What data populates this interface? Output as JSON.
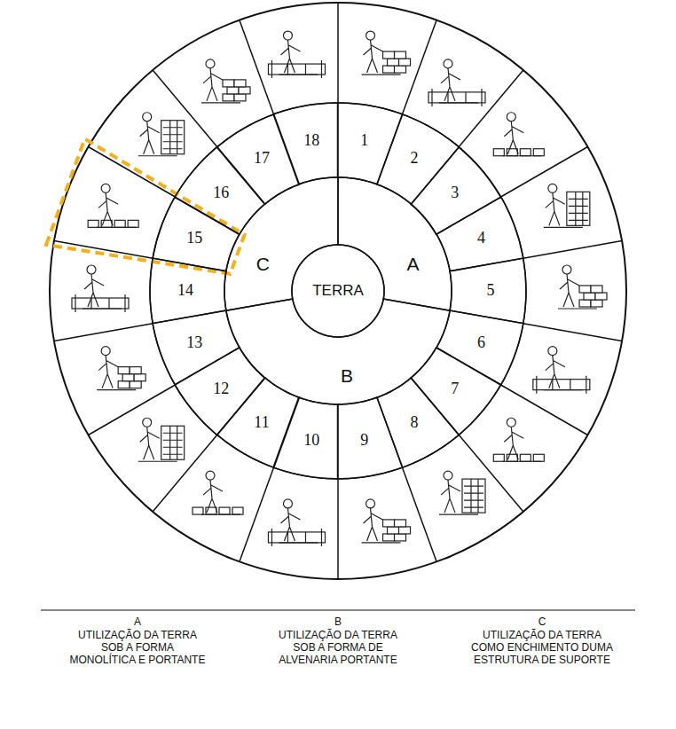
{
  "diagram": {
    "nodes": [
      {
        "text": [
          "TERRA"
        ]
      },
      {
        "text": [
          "A"
        ]
      },
      {
        "text": [
          "B"
        ]
      },
      {
        "text": [
          "C"
        ]
      },
      {
        "text": [
          "1"
        ]
      },
      {
        "text": [
          "2"
        ]
      },
      {
        "text": [
          "3"
        ]
      },
      {
        "text": [
          "4"
        ]
      },
      {
        "text": [
          "5"
        ]
      },
      {
        "text": [
          "6"
        ]
      },
      {
        "text": [
          "7"
        ]
      },
      {
        "text": [
          "8"
        ]
      },
      {
        "text": [
          "9"
        ]
      },
      {
        "text": [
          "10"
        ]
      },
      {
        "text": [
          "11"
        ]
      },
      {
        "text": [
          "12"
        ]
      },
      {
        "text": [
          "13"
        ]
      },
      {
        "text": [
          "14"
        ]
      },
      {
        "text": [
          "15"
        ]
      },
      {
        "text": [
          "16"
        ]
      },
      {
        "text": [
          "17"
        ]
      },
      {
        "text": [
          "18"
        ]
      }
    ],
    "labels": [
      "A",
      "UTILIZAÇÃO DA TERRA SOB A FORMA MONOLÍTICA E PORTANTE",
      "B",
      "UTILIZAÇÃO DA TERRA SOB A FORMA DE ALVENARIA PORTANTE",
      "C",
      "UTILIZAÇÃO DA TERRA COMO ENCHIMENTO DUMA ESTRUTURA DE SUPORTE"
    ]
  }
}
